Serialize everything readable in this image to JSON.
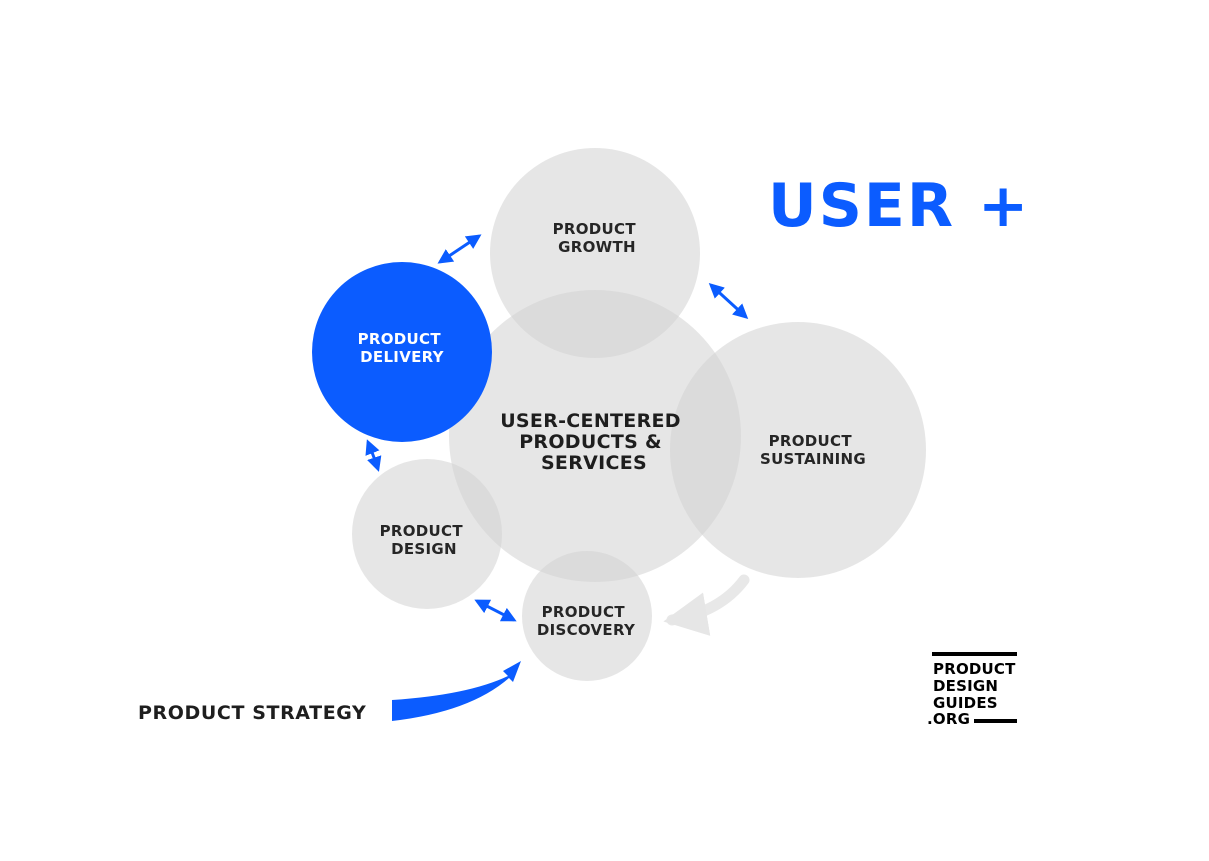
{
  "title": "USER +",
  "center": {
    "line1": "USER-CENTERED",
    "line2": "PRODUCTS &",
    "line3": "SERVICES"
  },
  "nodes": {
    "growth": {
      "line1": "PRODUCT",
      "line2": "GROWTH"
    },
    "delivery": {
      "line1": "PRODUCT",
      "line2": "DELIVERY"
    },
    "sustaining": {
      "line1": "PRODUCT",
      "line2": "SUSTAINING"
    },
    "design": {
      "line1": "PRODUCT",
      "line2": "DESIGN"
    },
    "discovery": {
      "line1": "PRODUCT",
      "line2": "DISCOVERY"
    }
  },
  "strategy_label": "PRODUCT STRATEGY",
  "logo": {
    "line1": "PRODUCT",
    "line2": "DESIGN",
    "line3": "GUIDES",
    "line4": ".ORG"
  },
  "colors": {
    "accent": "#0b5cff",
    "circle": "#e3e3e3",
    "text": "#262626",
    "white": "#ffffff"
  }
}
